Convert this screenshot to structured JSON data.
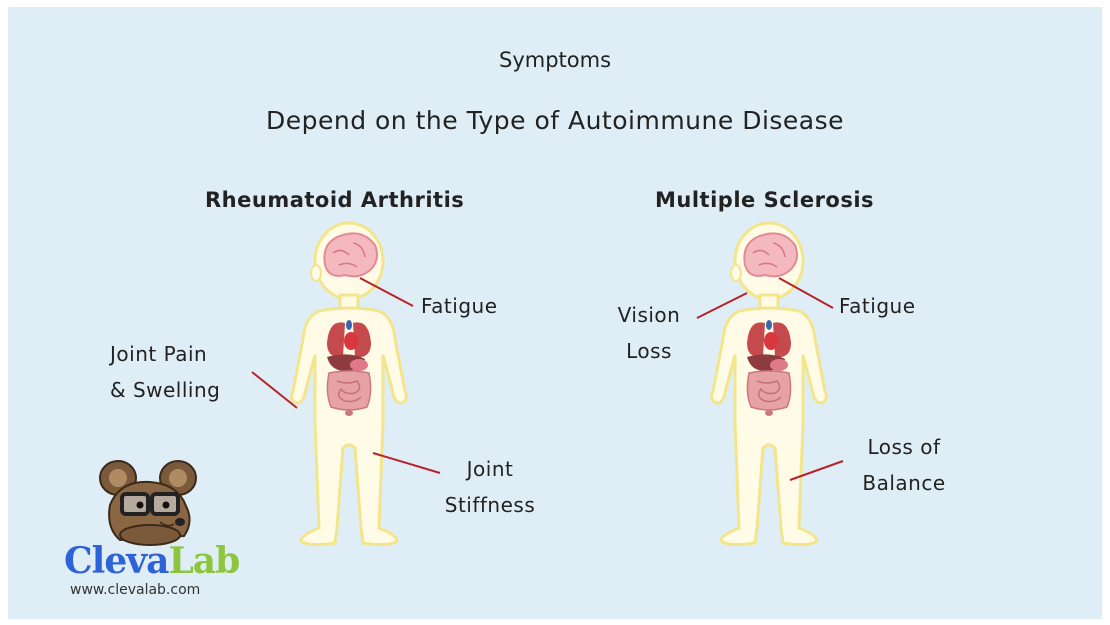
{
  "title": "Symptoms",
  "subtitle": "Depend on the Type of Autoimmune Disease",
  "colors": {
    "background": "#dfeef6",
    "body_fill": "#fffbe6",
    "body_outline": "#f3e58c",
    "leader_line": "#b8222a",
    "logo_blue": "#2e63d8",
    "logo_green": "#8cc63f"
  },
  "rheumatoid_arthritis": {
    "heading": "Rheumatoid Arthritis",
    "labels": {
      "fatigue": "Fatigue",
      "joint_pain_line1": "Joint Pain",
      "joint_pain_line2": "& Swelling",
      "joint_stiffness_line1": "Joint",
      "joint_stiffness_line2": "Stiffness"
    }
  },
  "multiple_sclerosis": {
    "heading": "Multiple Sclerosis",
    "labels": {
      "vision_loss_line1": "Vision",
      "vision_loss_line2": "Loss",
      "fatigue": "Fatigue",
      "loss_of_balance_line1": "Loss of",
      "loss_of_balance_line2": "Balance"
    }
  },
  "logo": {
    "brand_part1": "Cleva",
    "brand_part2": "Lab",
    "url": "www.clevalab.com",
    "mascot_icon": "mouse-with-glasses"
  }
}
